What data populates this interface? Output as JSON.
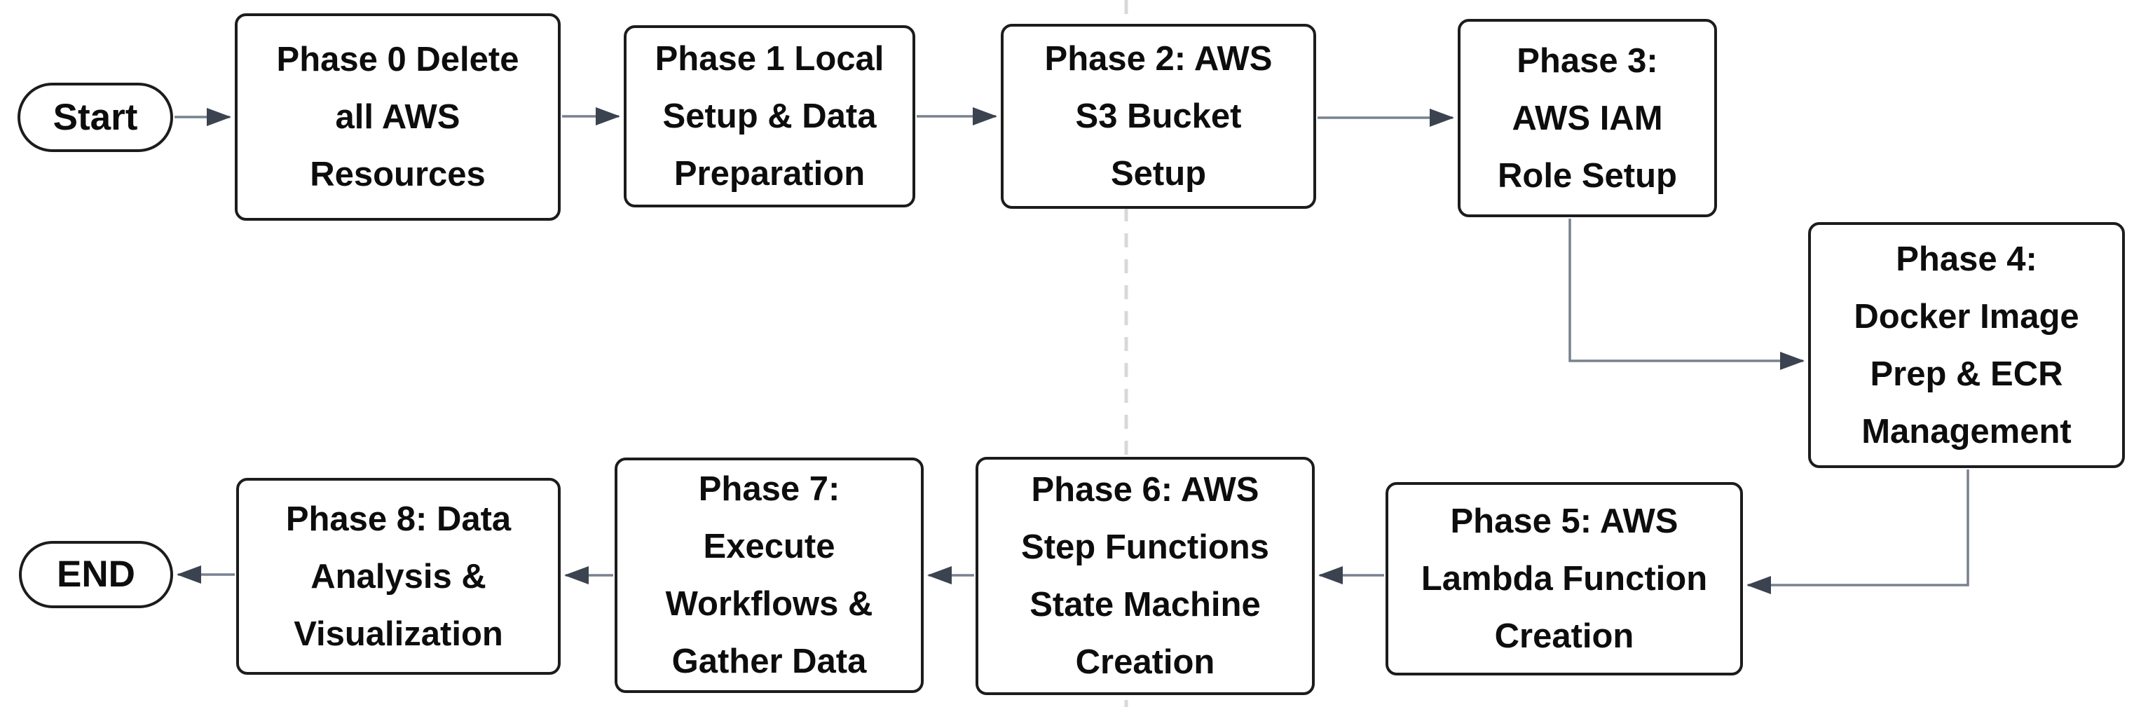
{
  "nodes": {
    "start": {
      "label": "Start"
    },
    "phase0": {
      "label": "Phase 0 Delete\nall AWS\nResources"
    },
    "phase1": {
      "label": "Phase 1 Local\nSetup & Data\nPreparation"
    },
    "phase2": {
      "label": "Phase 2: AWS\nS3 Bucket\nSetup"
    },
    "phase3": {
      "label": "Phase 3:\nAWS IAM\nRole Setup"
    },
    "phase4": {
      "label": "Phase 4:\nDocker Image\nPrep & ECR\nManagement"
    },
    "phase5": {
      "label": "Phase 5: AWS\nLambda Function\nCreation"
    },
    "phase6": {
      "label": "Phase 6: AWS\nStep Functions\nState Machine\nCreation"
    },
    "phase7": {
      "label": "Phase 7:\nExecute\nWorkflows &\nGather Data"
    },
    "phase8": {
      "label": "Phase 8: Data\nAnalysis &\nVisualization"
    },
    "end": {
      "label": "END"
    }
  },
  "edges": [
    {
      "from": "start",
      "to": "phase0"
    },
    {
      "from": "phase0",
      "to": "phase1"
    },
    {
      "from": "phase1",
      "to": "phase2"
    },
    {
      "from": "phase2",
      "to": "phase3"
    },
    {
      "from": "phase3",
      "to": "phase4"
    },
    {
      "from": "phase4",
      "to": "phase5"
    },
    {
      "from": "phase5",
      "to": "phase6"
    },
    {
      "from": "phase6",
      "to": "phase7"
    },
    {
      "from": "phase7",
      "to": "phase8"
    },
    {
      "from": "phase8",
      "to": "end"
    }
  ],
  "colors": {
    "background": "#ffffff",
    "box_fill": "#ffffff",
    "box_border": "#1c1c1c",
    "text": "#0d0d0d",
    "arrow_line": "#78828f",
    "arrow_head": "#3b4350",
    "dashed_divider": "#d8d8d8"
  }
}
